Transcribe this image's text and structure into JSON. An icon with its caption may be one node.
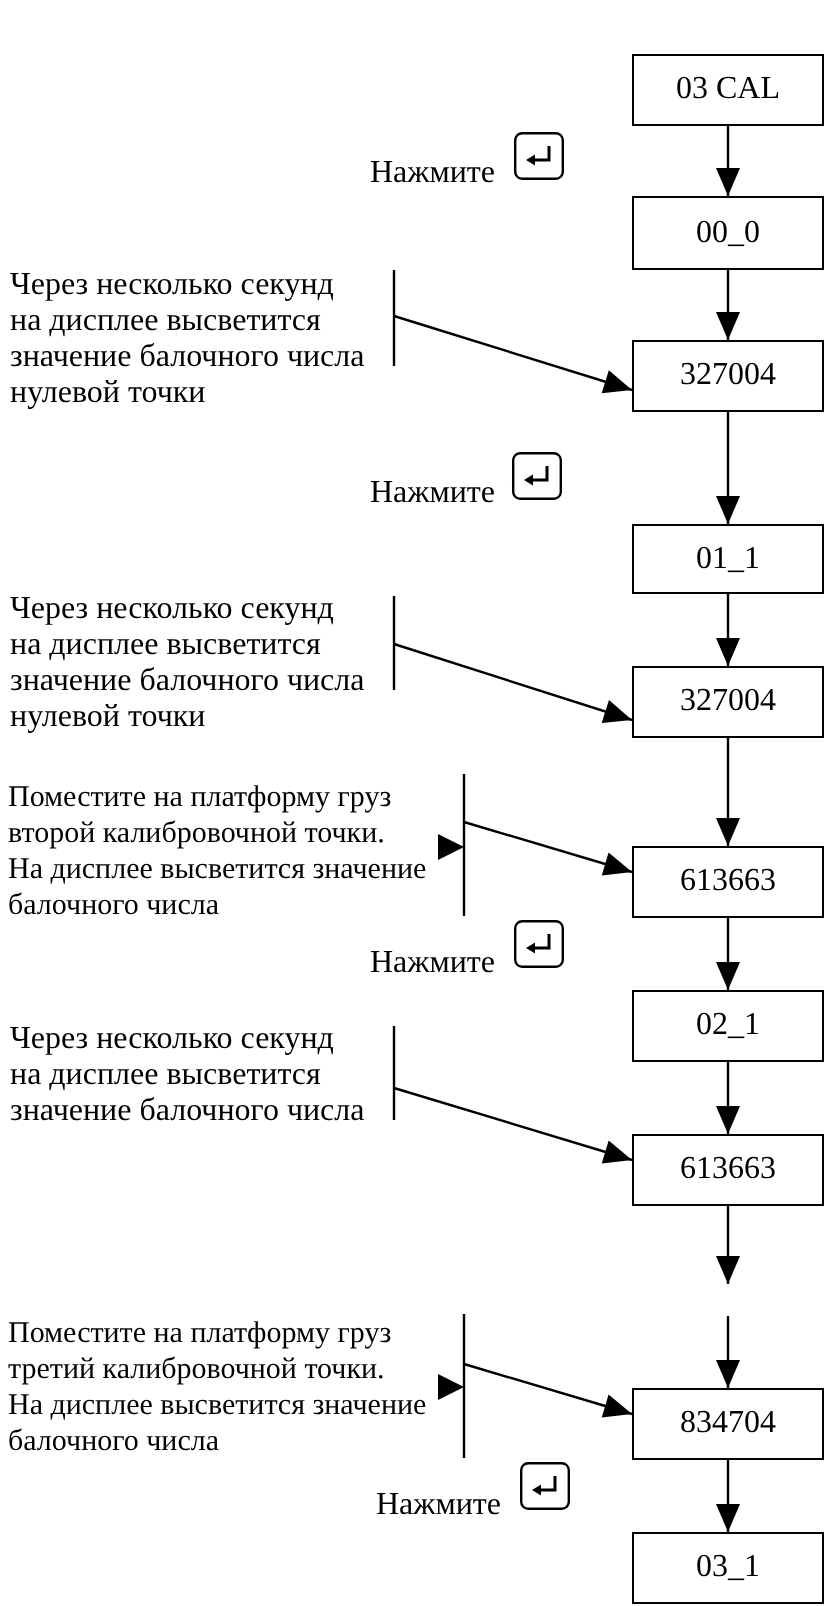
{
  "diagram": {
    "nodes": [
      {
        "text": [
          "03 CAL"
        ]
      },
      {
        "text": [
          "00_0"
        ]
      },
      {
        "text": [
          "Через несколько секунд на дисплее высветится значение балочного числа нулевой точки"
        ]
      },
      {
        "text": [
          "327004"
        ]
      },
      {
        "text": [
          "01_1"
        ]
      },
      {
        "text": [
          "Через несколько секунд на дисплее высветится значение балочного числа нулевой точки"
        ]
      },
      {
        "text": [
          "327004"
        ]
      },
      {
        "text": [
          "Поместите на платформу груз второй калибровочной точки. На дисплее высветится значение балочного числа"
        ]
      },
      {
        "text": [
          "613663"
        ]
      },
      {
        "text": [
          "02_1"
        ]
      },
      {
        "text": [
          "Через несколько секунд на дисплее высветится значение балочного числа"
        ]
      },
      {
        "text": [
          "613663"
        ]
      },
      {
        "text": [
          "Поместите на платформу груз третий калибровочной точки. На дисплее высветится значение балочного числа"
        ]
      },
      {
        "text": [
          "834704"
        ]
      },
      {
        "text": [
          "03_1"
        ]
      }
    ],
    "edges": [
      {
        "from": 0,
        "to": 1,
        "arrow": "to"
      },
      {
        "from": 1,
        "to": 3,
        "arrow": "to"
      },
      {
        "from": 2,
        "to": 3,
        "arrow": "to"
      },
      {
        "from": 3,
        "to": 4,
        "arrow": "to"
      },
      {
        "from": 4,
        "to": 6,
        "arrow": "to"
      },
      {
        "from": 5,
        "to": 6,
        "arrow": "to"
      },
      {
        "from": 6,
        "to": 8,
        "arrow": "to"
      },
      {
        "from": 7,
        "to": 8,
        "arrow": "to"
      },
      {
        "from": 8,
        "to": 9,
        "arrow": "to"
      },
      {
        "from": 9,
        "to": 11,
        "arrow": "to"
      },
      {
        "from": 10,
        "to": 11,
        "arrow": "to"
      },
      {
        "from": 11,
        "to": null,
        "arrow": "to"
      },
      {
        "from": null,
        "to": 13,
        "arrow": "to"
      },
      {
        "from": 12,
        "to": 13,
        "arrow": "to"
      },
      {
        "from": 13,
        "to": 14,
        "arrow": "to"
      }
    ],
    "labels": [
      "Нажмите",
      "Нажмите",
      "Нажмите",
      "Нажмите"
    ]
  }
}
